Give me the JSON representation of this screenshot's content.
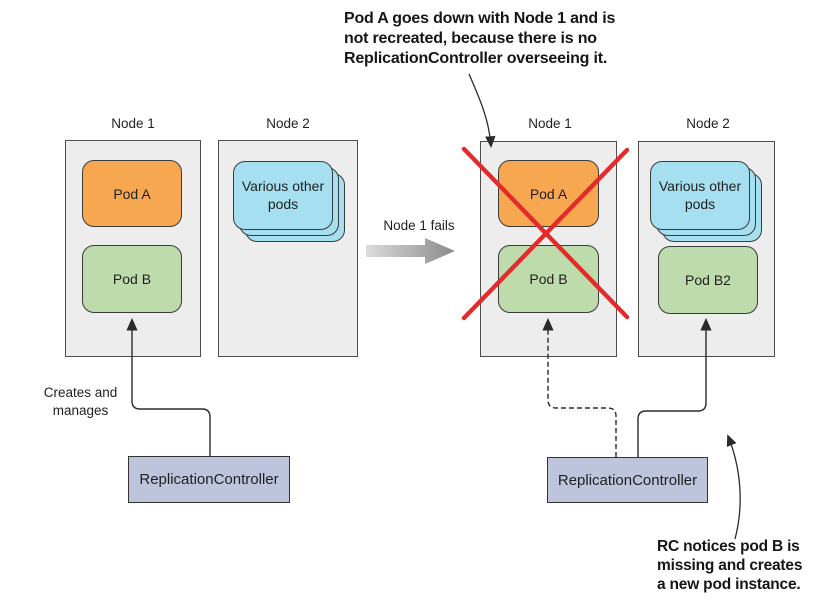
{
  "colors": {
    "bg": "#ffffff",
    "node-fill": "#ededed",
    "node-border": "#4d4d4d",
    "pod-orange": "#f7a750",
    "pod-green": "#bedcab",
    "pod-blue": "#a6dff0",
    "pod-border": "#3a3a3a",
    "rc-fill": "#bfc4dd",
    "rc-border": "#333333",
    "red-x": "#e32b2b",
    "line": "#2b2b2b",
    "text": "#1f1f1f",
    "arrow-gray-light": "#d9d9d9",
    "arrow-gray-dark": "#8a8a8a"
  },
  "annotations": {
    "top": {
      "lines": [
        "Pod A goes down with Node 1 and is",
        "not recreated, because there is no",
        "ReplicationController overseeing it."
      ]
    },
    "node1_fails": "Node 1 fails",
    "creates_manages": {
      "lines": [
        "Creates and",
        "manages"
      ]
    },
    "rc_notices": {
      "lines": [
        "RC notices pod B is",
        "missing and creates",
        "a new pod instance."
      ]
    }
  },
  "before": {
    "node1": {
      "label": "Node 1",
      "pod_a": "Pod A",
      "pod_b": "Pod B"
    },
    "node2": {
      "label": "Node 2",
      "stack": "Various other pods"
    },
    "rc": "ReplicationController"
  },
  "after": {
    "node1": {
      "label": "Node 1",
      "pod_a": "Pod A",
      "pod_b": "Pod B"
    },
    "node2": {
      "label": "Node 2",
      "stack": "Various other pods",
      "pod_b2": "Pod B2"
    },
    "rc": "ReplicationController"
  }
}
